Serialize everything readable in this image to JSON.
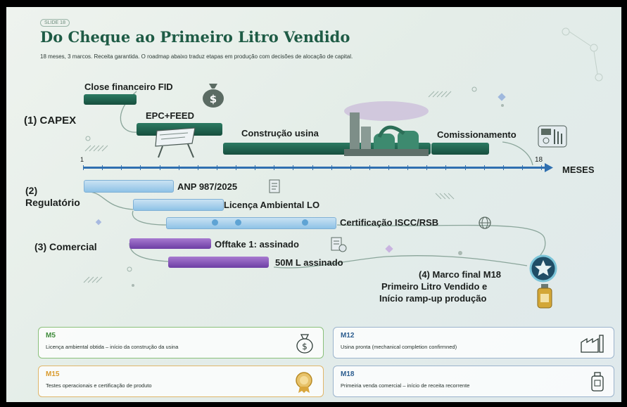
{
  "header": {
    "badge": "SLIDE 18",
    "title": "Do Cheque ao Primeiro Litro Vendido",
    "subtitle": "18 meses, 3 marcos. Receita garantida. O roadmap abaixo traduz etapas em produção com decisões de alocação de capital."
  },
  "sections": {
    "capex": "(1) CAPEX",
    "regulatorio_num": "(2)",
    "regulatorio": "Regulatório",
    "comercial": "(3) Comercial"
  },
  "capex": {
    "fid": "Close financeiro FID",
    "epc": "EPC+FEED",
    "construcao": "Construção usina",
    "comissionamento": "Comissionamento"
  },
  "axis": {
    "start": "1",
    "end": "18",
    "unit": "MESES"
  },
  "regulatorio": {
    "anp": "ANP 987/2025",
    "licenca": "Licença Ambiental LO",
    "certificacao": "Certificação ISCC/RSB"
  },
  "comercial": {
    "offtake": "Offtake 1: assinado",
    "volume": "50M L assinado"
  },
  "final": {
    "line1": "(4) Marco final M18",
    "line2": "Primeiro Litro Vendido e",
    "line3": "Início ramp-up produção"
  },
  "milestones": [
    {
      "code": "M5",
      "text": "Licença ambiental obtida – início da construção da usina",
      "color": "#3f8b3a",
      "icon": "money-bag-icon"
    },
    {
      "code": "M12",
      "text": "Usina pronta (mechanical completion confirmned)",
      "color": "#2c5d8f",
      "icon": "factory-icon"
    },
    {
      "code": "M15",
      "text": "Testes operacionais e certificação de produto",
      "color": "#d99a2b",
      "icon": "medal-icon"
    },
    {
      "code": "M18",
      "text": "Primeiria venda comercial – início de receita recorrente",
      "color": "#2c5d8f",
      "icon": "bottle-icon"
    }
  ],
  "colors": {
    "title": "#1e5b45",
    "axis": "#2f6fb0",
    "capex_bar": "#1f5e4a",
    "regulatory_bar": "#a9d0ee",
    "commercial_bar": "#8654bb"
  }
}
